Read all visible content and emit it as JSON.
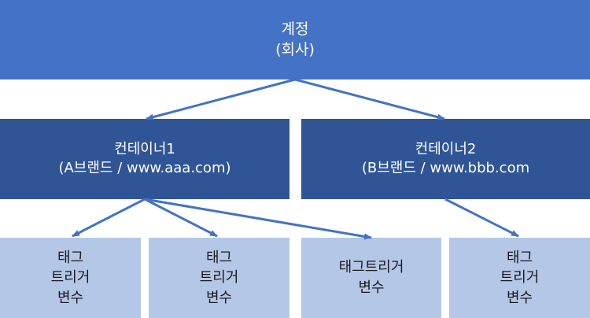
{
  "root": {
    "line1": "계정",
    "line2": "(회사)"
  },
  "containers": [
    {
      "line1": "컨테이너1",
      "line2": "(A브랜드 / www.aaa.com)"
    },
    {
      "line1": "컨테이너2",
      "line2": "(B브랜드 / www.bbb.com"
    }
  ],
  "leaves": [
    {
      "lines": [
        "태그",
        "트리거",
        "변수"
      ]
    },
    {
      "lines": [
        "태그",
        "트리거",
        "변수"
      ]
    },
    {
      "lines": [
        "태그트리거",
        "변수"
      ]
    },
    {
      "lines": [
        "태그",
        "트리거",
        "변수"
      ]
    }
  ],
  "colors": {
    "root": "#4472c4",
    "container": "#2f5597",
    "leaf": "#b4c7e7",
    "arrow": "#4472c4"
  }
}
